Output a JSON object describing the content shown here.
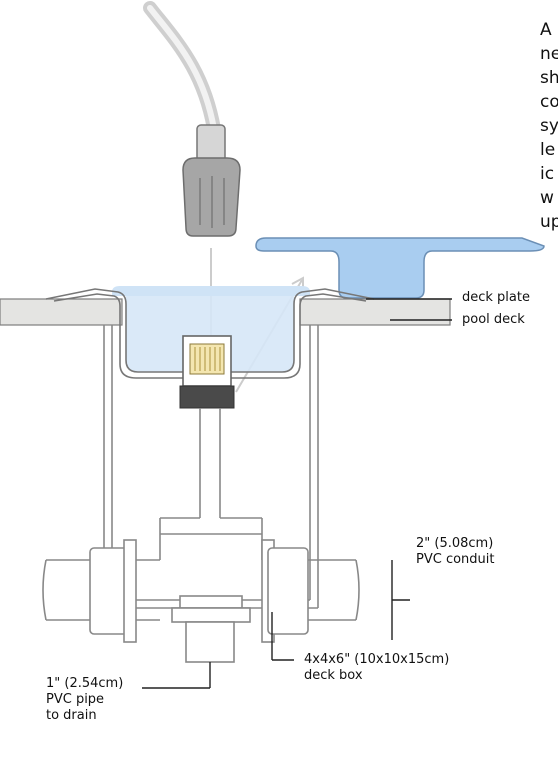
{
  "caption": [
    "A",
    "ne",
    "sh",
    "co",
    "sy",
    "le",
    "ic",
    "w",
    "up"
  ],
  "labels": {
    "deck_plate": "deck plate",
    "pool_deck": "pool deck",
    "conduit": [
      "2\" (5.08cm)",
      "PVC conduit"
    ],
    "deck_box": [
      "4x4x6\" (10x10x15cm)",
      "deck box"
    ],
    "drain_pipe": [
      "1\" (2.54cm)",
      "PVC pipe",
      "to drain"
    ]
  },
  "colors": {
    "water": "#c9dff3",
    "plate_blue": "#9cc3e8",
    "deck": "#e4e4e2",
    "cable": "#d8d8d8",
    "connector": "#8e8e8e",
    "line": "#555555"
  }
}
